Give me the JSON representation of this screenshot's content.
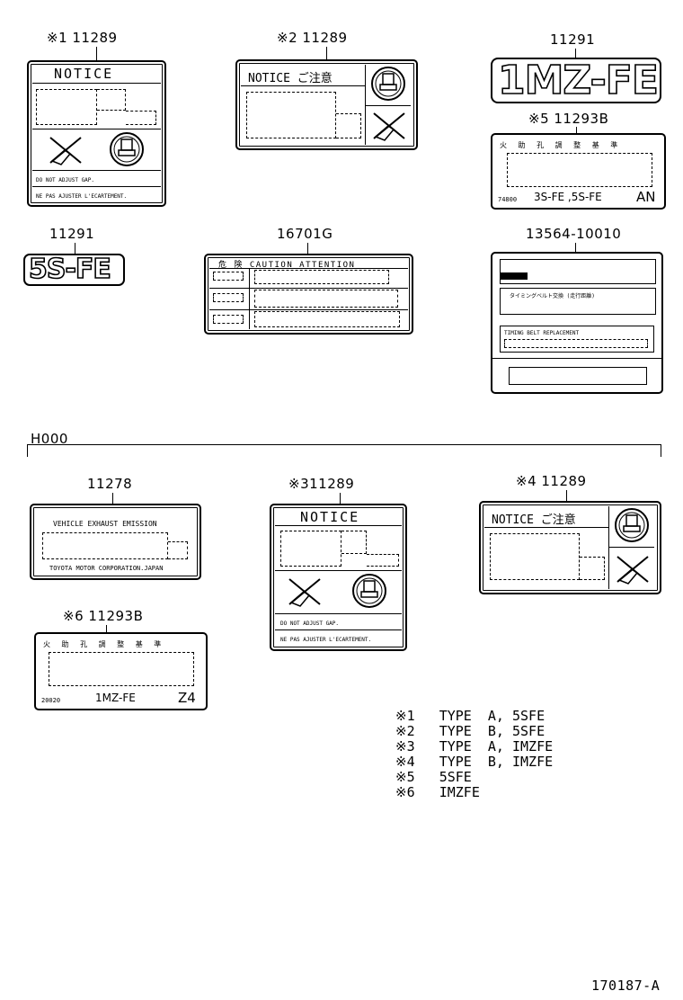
{
  "diagram_code": "170187-A",
  "section_header": "H000",
  "part_numbers": {
    "p1": "※1 11289",
    "p2": "※2 11289",
    "p3": "11291",
    "p4": "※5 11293B",
    "p5": "11291",
    "p6": "16701G",
    "p7": "13564-10010",
    "p8": "11278",
    "p9": "※311289",
    "p10": "※4 11289",
    "p11": "※6 11293B"
  },
  "labels": {
    "notice": "NOTICE",
    "notice_jp": "NOTICE ご注意",
    "do_not_adjust": "DO NOT ADJUST GAP.",
    "ne_pas_ajuster": "NE PAS AJUSTER L'ECARTEMENT.",
    "badge_1mz": "1MZ-FE",
    "badge_5s": "5S-FE",
    "jp_header": "火 助 孔 調 整 基 準",
    "code_74800": "74800",
    "engines_3s5s": "3S-FE ,5S-FE",
    "code_an": "AN",
    "caution_header": "危 険 CAUTION ATTENTION",
    "timing_jp": "タイミングベルト交換 (走行距離)",
    "timing_en": "TIMING BELT REPLACEMENT",
    "ve_emission": "VEHICLE EXHAUST EMISSION",
    "toyota": "TOYOTA MOTOR CORPORATION.JAPAN",
    "code_20020": "20020",
    "engine_1mz": "1MZ-FE",
    "code_z4": "Z4"
  },
  "legend": [
    {
      "mark": "※1",
      "text": "TYPE  A, 5SFE"
    },
    {
      "mark": "※2",
      "text": "TYPE  B, 5SFE"
    },
    {
      "mark": "※3",
      "text": "TYPE  A, IMZFE"
    },
    {
      "mark": "※4",
      "text": "TYPE  B, IMZFE"
    },
    {
      "mark": "※5",
      "text": "5SFE"
    },
    {
      "mark": "※6",
      "text": "IMZFE"
    }
  ]
}
